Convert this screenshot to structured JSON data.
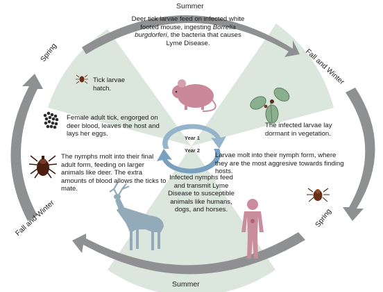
{
  "seasons": {
    "top": "Summer",
    "bottom": "Summer",
    "left_upper": "Spring",
    "right_upper": "Fall and Winter",
    "left_lower": "Fall and Winter",
    "right_lower": "Spring"
  },
  "cycle": {
    "year1": "Year 1",
    "year2": "Year 2"
  },
  "stages": {
    "larvae_feed": {
      "before": "Deer tick larvae feed on infected white footed mouse, ingesting ",
      "italic": "Borrelia burgdorferi",
      "after": ", the bacteria that causes Lyme Disease."
    },
    "larvae_hatch": "Tick larvae hatch.",
    "female_adult": "Female adult tick, engorged on deer blood, leaves the host and lays her eggs.",
    "larvae_dormant": "The infected larvae lay dormant in vegetation.",
    "nymph_molt": "Larvae molt into their nymph form, where they are the most aggresive towards finding hosts.",
    "adult_molt": "The nymphs molt into their final adult form, feeding on larger animals like deer. The extra amounts of blood allows the ticks to mate.",
    "nymph_feed": "Infected nymphs feed and transmit Lyme Disease to susceptible animals like humans, dogs, and horses."
  },
  "colors": {
    "sector_fill": "#dbe6dd",
    "arrow_fill": "#8f9092",
    "arrow_light": "#b9babc",
    "cycle_arrow": "#94b4cc",
    "mouse": "#c9899a",
    "deer": "#93aab8",
    "human": "#c98d9d"
  }
}
